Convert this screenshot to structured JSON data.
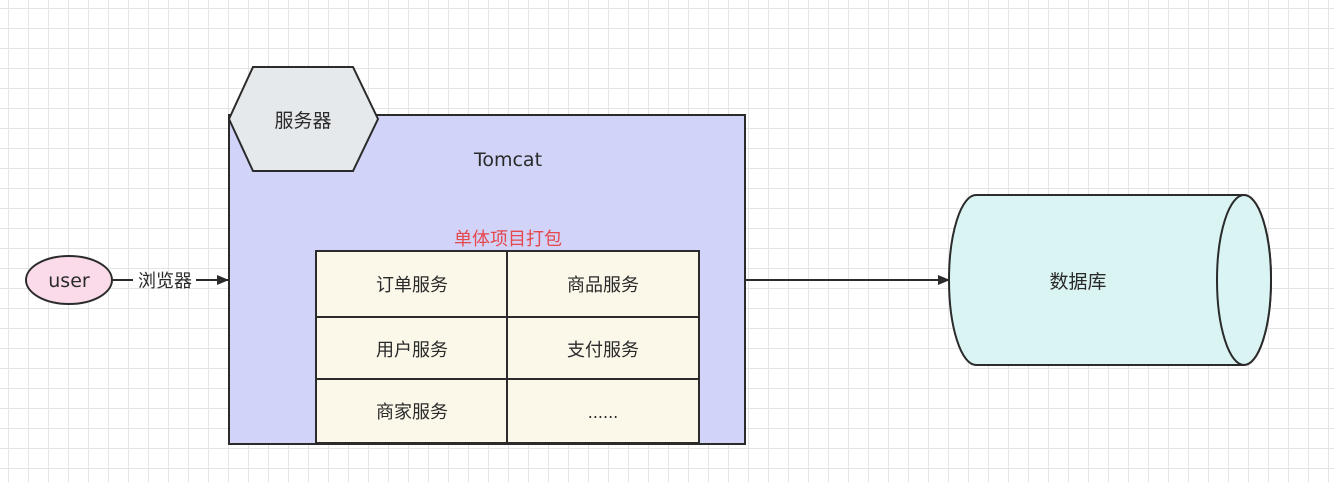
{
  "diagram": {
    "user_label": "user",
    "browser_label": "浏览器",
    "server_label": "服务器",
    "tomcat_label": "Tomcat",
    "package_label": "单体项目打包",
    "services": [
      "订单服务",
      "商品服务",
      "用户服务",
      "支付服务",
      "商家服务",
      "......"
    ],
    "database_label": "数据库"
  },
  "colors": {
    "user_fill": "#fbdbea",
    "tomcat_fill": "#d1d3f8",
    "server_fill": "#e6e9ec",
    "service_fill": "#fbf7e9",
    "database_fill": "#d9f4f3",
    "package_text": "#e5484d",
    "stroke": "#2b2b2b"
  }
}
